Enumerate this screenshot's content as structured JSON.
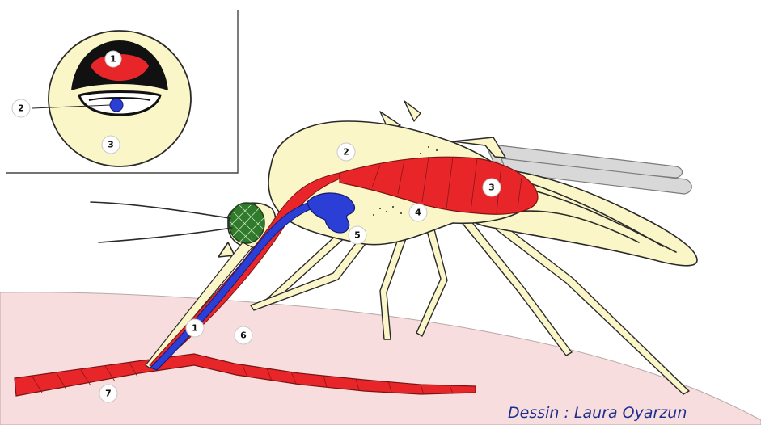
{
  "inset": {
    "labels": [
      "1",
      "2",
      "3"
    ]
  },
  "mosquito": {
    "labels": [
      "1",
      "2",
      "3",
      "4",
      "5",
      "6",
      "7"
    ]
  },
  "credit": "Dessin : Laura Oyarzun",
  "colors": {
    "body": "#fbf6c7",
    "skin": "#f7dddd",
    "muscle_red": "#e8262a",
    "salivary_blue": "#2b3fd6",
    "eye_green": "#2f7a2b",
    "wing": "#d8d8d8",
    "credit_text": "#1c2f8f"
  }
}
